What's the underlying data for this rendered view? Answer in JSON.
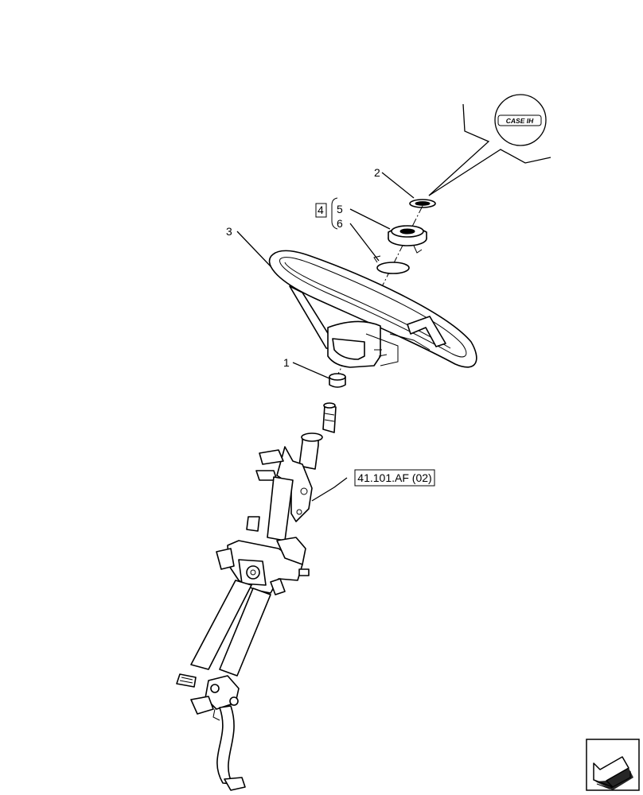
{
  "diagram": {
    "callouts": [
      {
        "id": "1",
        "text": "1"
      },
      {
        "id": "2",
        "text": "2"
      },
      {
        "id": "3",
        "text": "3"
      },
      {
        "id": "4",
        "text": "4"
      },
      {
        "id": "5",
        "text": "5"
      },
      {
        "id": "6",
        "text": "6"
      }
    ],
    "reference_label": "41.101.AF (02)",
    "logo_text": "CASE IH",
    "nav_icon": "next-page-arrow-icon",
    "colors": {
      "line": "#000000",
      "background": "#ffffff"
    }
  }
}
